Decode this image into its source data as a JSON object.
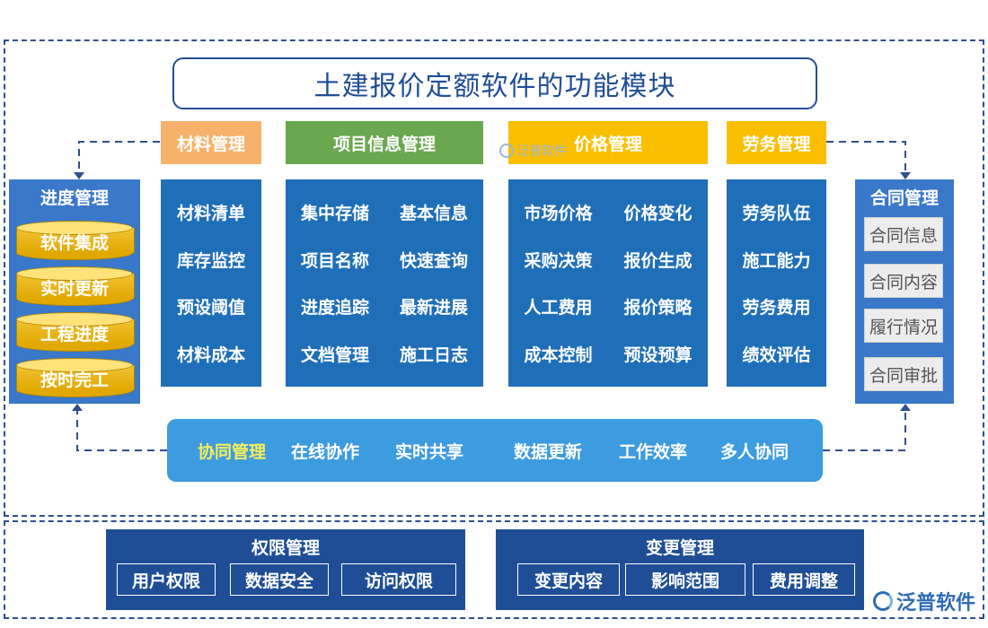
{
  "title": "土建报价定额软件的功能模块",
  "modules": {
    "material": {
      "header": "材料管理",
      "items": [
        "材料清单",
        "库存监控",
        "预设阈值",
        "材料成本"
      ]
    },
    "project": {
      "header": "项目信息管理",
      "items": [
        [
          "集中存储",
          "基本信息"
        ],
        [
          "项目名称",
          "快速查询"
        ],
        [
          "进度追踪",
          "最新进展"
        ],
        [
          "文档管理",
          "施工日志"
        ]
      ]
    },
    "price": {
      "header": "价格管理",
      "items": [
        [
          "市场价格",
          "价格变化"
        ],
        [
          "采购决策",
          "报价生成"
        ],
        [
          "人工费用",
          "报价策略"
        ],
        [
          "成本控制",
          "预设预算"
        ]
      ]
    },
    "labor": {
      "header": "劳务管理",
      "items": [
        "劳务队伍",
        "施工能力",
        "劳务费用",
        "绩效评估"
      ]
    }
  },
  "progress": {
    "title": "进度管理",
    "items": [
      "软件集成",
      "实时更新",
      "工程进度",
      "按时完工"
    ]
  },
  "contract": {
    "title": "合同管理",
    "items": [
      "合同信息",
      "合同内容",
      "履行情况",
      "合同审批"
    ]
  },
  "collab": {
    "title": "协同管理",
    "items": [
      "在线协作",
      "实时共享",
      "数据更新",
      "工作效率",
      "多人协同"
    ]
  },
  "permission": {
    "title": "权限管理",
    "items": [
      "用户权限",
      "数据安全",
      "访问权限"
    ]
  },
  "change": {
    "title": "变更管理",
    "items": [
      "变更内容",
      "影响范围",
      "费用调整"
    ]
  },
  "brand": {
    "watermark": "泛普软件",
    "logo": "泛普软件"
  },
  "colors": {
    "material_header": "#f6b26b",
    "project_header": "#6aa84f",
    "price_header": "#f9bf00",
    "labor_header": "#f9bf00",
    "module_body": "#1f6fb8",
    "collab_accent": "#f6ef5a"
  }
}
